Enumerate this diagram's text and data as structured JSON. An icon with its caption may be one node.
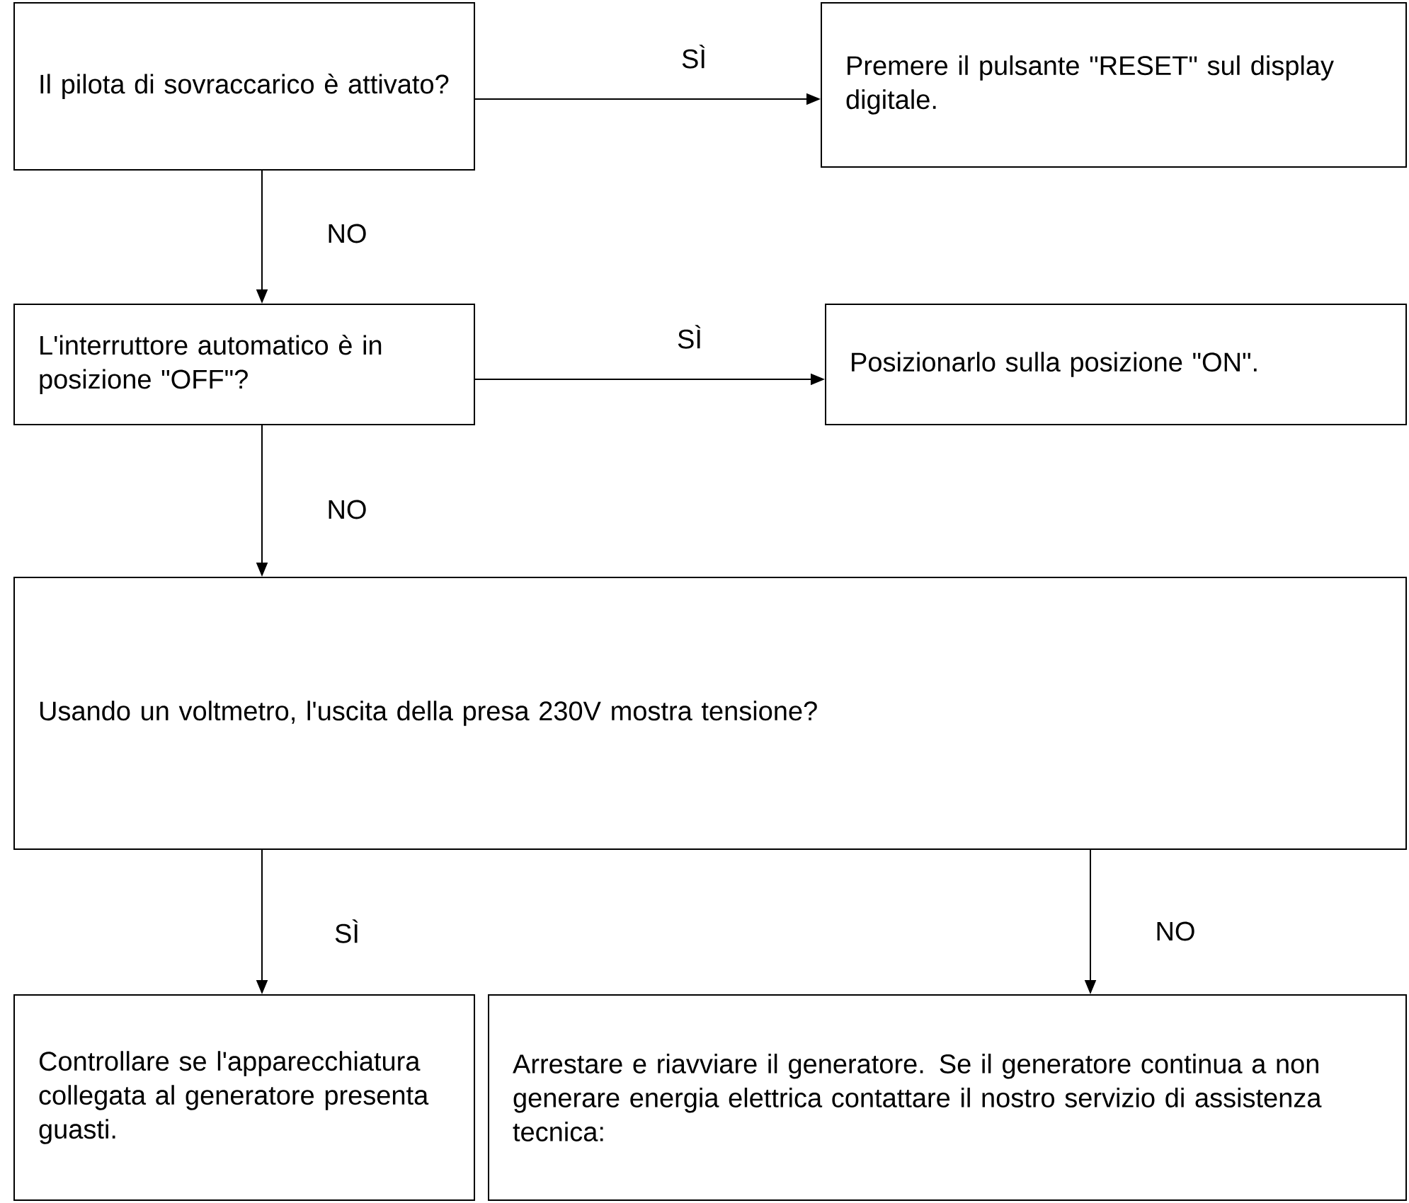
{
  "diagram": {
    "nodes": [
      {
        "text": [
          "Il pilota di sovraccarico è attivato?"
        ]
      },
      {
        "text": [
          "Premere il pulsante \"RESET\" sul display digitale."
        ]
      },
      {
        "text": [
          "L'interruttore automatico è in posizione \"OFF\"?"
        ]
      },
      {
        "text": [
          "Posizionarlo sulla posizione \"ON\"."
        ]
      },
      {
        "text": [
          "Usando un voltmetro, l'uscita della presa 230V mostra tensione?"
        ]
      },
      {
        "text": [
          "Controllare se l'apparecchiatura collegata al generatore presenta guasti."
        ]
      },
      {
        "text": [
          "Arrestare e riavviare il generatore. Se il generatore continua a non generare energia elettrica contattare il nostro servizio di assistenza tecnica:"
        ]
      }
    ],
    "edges": [
      {
        "from": 0,
        "to": 1,
        "arrow": "to",
        "label": "SÌ"
      },
      {
        "from": 0,
        "to": 2,
        "arrow": "to",
        "label": "NO"
      },
      {
        "from": 2,
        "to": 3,
        "arrow": "to",
        "label": "SÌ"
      },
      {
        "from": 2,
        "to": 4,
        "arrow": "to",
        "label": "NO"
      },
      {
        "from": 4,
        "to": 5,
        "arrow": "to",
        "label": "SÌ"
      },
      {
        "from": 4,
        "to": 6,
        "arrow": "to",
        "label": "NO"
      }
    ]
  }
}
